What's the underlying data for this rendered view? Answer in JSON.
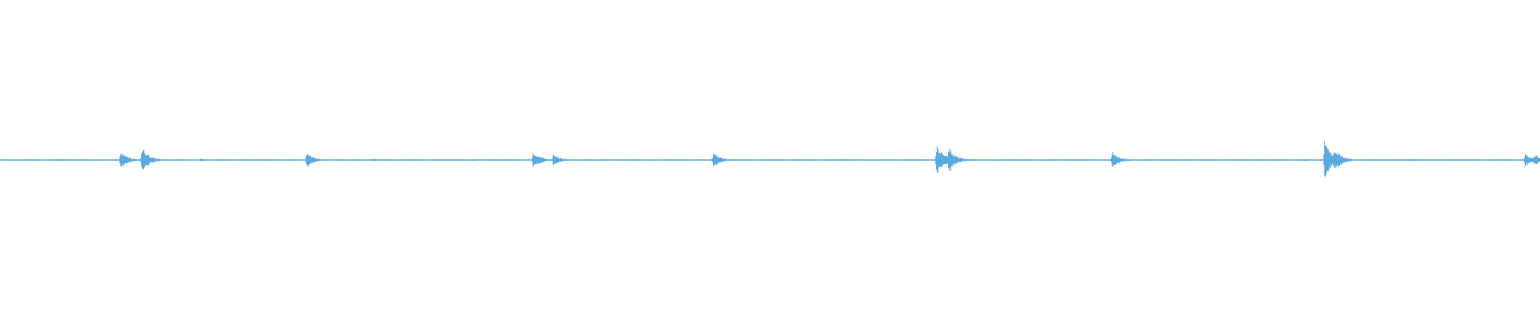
{
  "waveform": {
    "color": "#5aaae0",
    "bursts": [
      {
        "t": 0.078,
        "amp": 0.06
      },
      {
        "t": 0.092,
        "amp": 0.09
      },
      {
        "t": 0.13,
        "amp": 0.01
      },
      {
        "t": 0.199,
        "amp": 0.05
      },
      {
        "t": 0.242,
        "amp": 0.01
      },
      {
        "t": 0.346,
        "amp": 0.06
      },
      {
        "t": 0.359,
        "amp": 0.04
      },
      {
        "t": 0.393,
        "amp": 0.005
      },
      {
        "t": 0.463,
        "amp": 0.05
      },
      {
        "t": 0.608,
        "amp": 0.12
      },
      {
        "t": 0.616,
        "amp": 0.09
      },
      {
        "t": 0.722,
        "amp": 0.06
      },
      {
        "t": 0.86,
        "amp": 0.14
      },
      {
        "t": 0.866,
        "amp": 0.09
      },
      {
        "t": 0.99,
        "amp": 0.05
      },
      {
        "t": 0.996,
        "amp": 0.04
      }
    ]
  }
}
